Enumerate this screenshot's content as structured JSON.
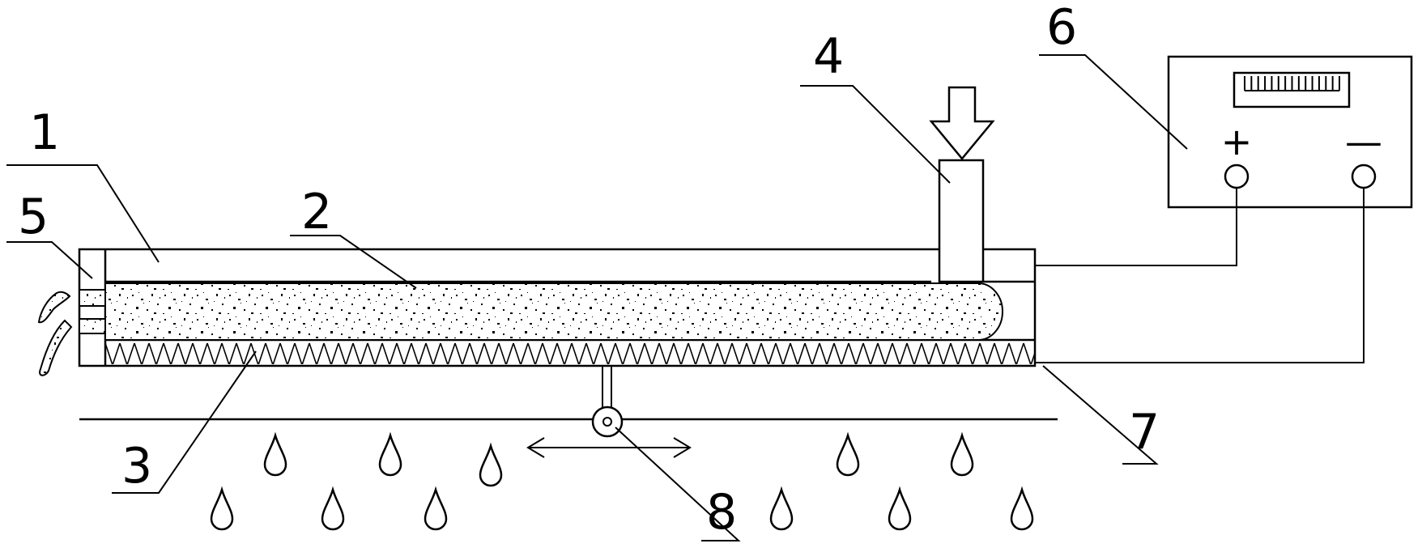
{
  "labels": {
    "l1": "1",
    "l2": "2",
    "l3": "3",
    "l4": "4",
    "l5": "5",
    "l6": "6",
    "l7": "7",
    "l8": "8"
  },
  "meter": {
    "plus": "+",
    "minus": "—",
    "scale_ticks": 15
  },
  "icons": [
    "down-arrow-icon",
    "double-arrow-icon",
    "droplet-icon",
    "terminal-icon",
    "roller-icon"
  ],
  "colors": {
    "line": "#000000",
    "background": "#ffffff"
  }
}
